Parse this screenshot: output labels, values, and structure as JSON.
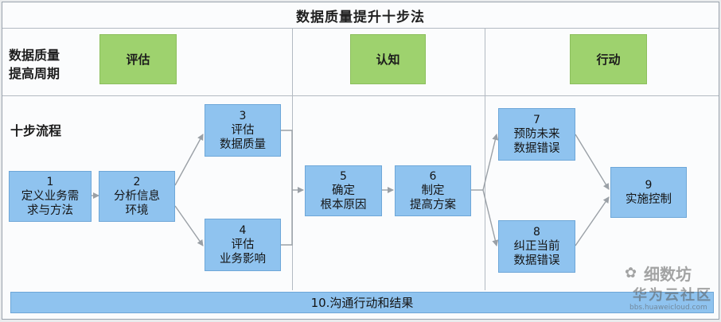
{
  "title": "数据质量提升十步法",
  "row_labels": {
    "cycle_line1": "数据质量",
    "cycle_line2": "提高周期",
    "process": "十步流程"
  },
  "phases": [
    "评估",
    "认知",
    "行动"
  ],
  "steps": [
    {
      "num": "1",
      "line1": "定义业务需",
      "line2": "求与方法"
    },
    {
      "num": "2",
      "line1": "分析信息",
      "line2": "环境"
    },
    {
      "num": "3",
      "line1": "评估",
      "line2": "数据质量"
    },
    {
      "num": "4",
      "line1": "评估",
      "line2": "业务影响"
    },
    {
      "num": "5",
      "line1": "确定",
      "line2": "根本原因"
    },
    {
      "num": "6",
      "line1": "制定",
      "line2": "提高方案"
    },
    {
      "num": "7",
      "line1": "预防未来",
      "line2": "数据错误"
    },
    {
      "num": "8",
      "line1": "纠正当前",
      "line2": "数据错误"
    },
    {
      "num": "9",
      "line1": "实施控制",
      "line2": ""
    }
  ],
  "bottom": "10.沟通行动和结果",
  "watermark": {
    "icon": "wechat-icon",
    "line1": "细数坊",
    "line2": "华为云社区",
    "line3": "bbs.huaweicloud.com"
  },
  "colors": {
    "phase_green": "#9ed26e",
    "step_blue": "#8fc3ef",
    "arrow_gray": "#9aa0a6"
  }
}
